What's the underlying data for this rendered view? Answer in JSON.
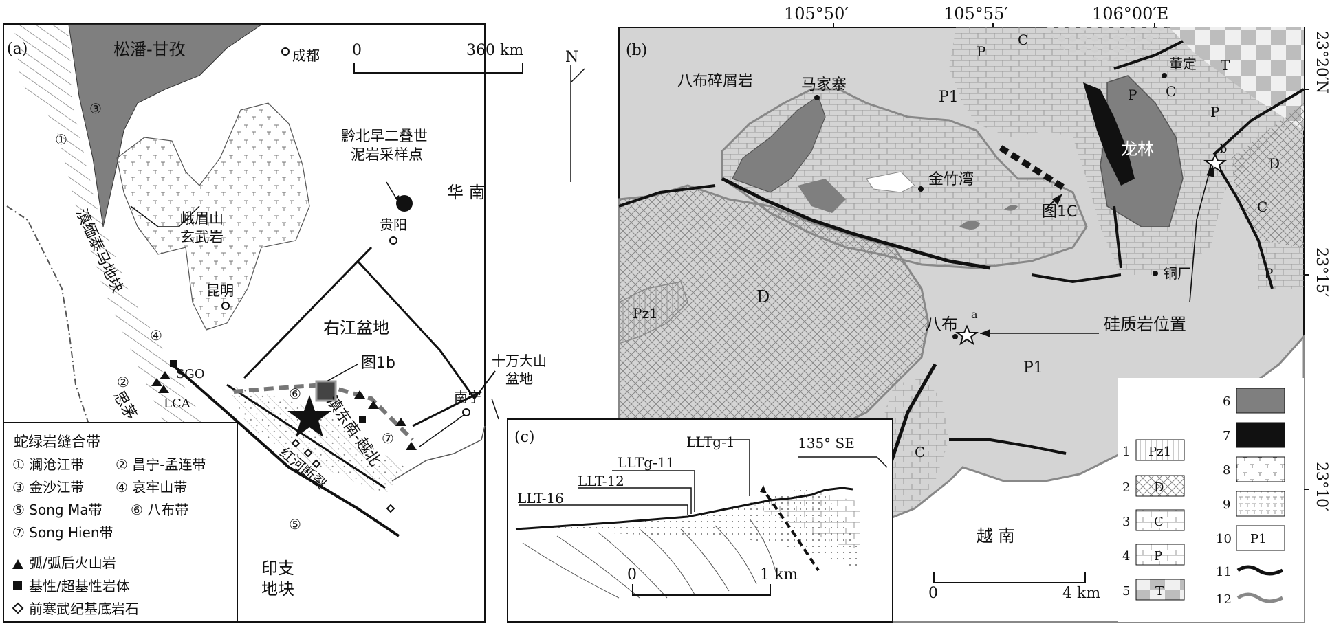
{
  "panel_a": {
    "label": "(a)",
    "scale": {
      "zero": "0",
      "max": "360 km"
    },
    "north": "N",
    "regions": {
      "songpan": "松潘-甘孜",
      "chengdu": "成都",
      "qianbei_line1": "黔北早二叠世",
      "qianbei_line2": "泥岩采样点",
      "huanan": "华 南",
      "emei_line1": "峨眉山",
      "emei_line2": "玄武岩",
      "guiyang": "贵阳",
      "kunming": "昆明",
      "youjiang": "右江盆地",
      "fig1b": "图1b",
      "shiwan_line1": "十万大山",
      "shiwan_line2": "盆地",
      "nanning": "南宁",
      "sgo": "SGO",
      "lca": "LCA",
      "simao": "思茅",
      "dian_yuenan": "滇东南-越北",
      "honghe": "红河断裂",
      "yinzhi_line1": "印支",
      "yinzhi_line2": "地块",
      "dianmian": "滇缅泰马地块"
    },
    "circled_numbers": [
      "①",
      "②",
      "③",
      "④",
      "⑤",
      "⑥",
      "⑦"
    ],
    "legend": {
      "title": "蛇绿岩缝合带",
      "row1a": "① 澜沧江带",
      "row1b": "② 昌宁-孟连带",
      "row2a": "③ 金沙江带",
      "row2b": "④ 哀牢山带",
      "row3a": "⑤ Song Ma带",
      "row3b": "⑥ 八布带",
      "row4": "⑦ Song Hien带",
      "sym_triangle": "弧/弧后火山岩",
      "sym_square": "基性/超基性岩体",
      "sym_diamond": "前寒武纪基底岩石"
    }
  },
  "panel_b": {
    "label": "(b)",
    "lon_ticks": [
      "105°50′",
      "105°55′",
      "106°00′E"
    ],
    "lat_ticks": [
      "23°20′N",
      "23°15′",
      "23°10′"
    ],
    "labels": {
      "babu_breccia": "八布碎屑岩",
      "majiazhai": "马家寨",
      "p1_top": "P1",
      "jinzhuwan": "金竹湾",
      "fig1c": "图1C",
      "longlin": "龙林",
      "dongding": "董定",
      "tongchang": "铜厂",
      "babu": "八布",
      "siliceous": "硅质岩位置",
      "site_a": "a",
      "site_b": "b",
      "vietnam": "越 南",
      "p1_bottom": "P1",
      "d_big": "D",
      "pz1": "Pz1",
      "c_small": "C",
      "d_right": "D",
      "c_right": "C",
      "p_right": "P",
      "t_top": "T",
      "p_top1": "P",
      "c_top": "C",
      "p_top2": "P",
      "c_top2": "C",
      "p_mid": "P"
    },
    "scale": {
      "zero": "0",
      "max": "4 km"
    },
    "legend_left": [
      {
        "num": "1",
        "text": "Pz1"
      },
      {
        "num": "2",
        "text": "D"
      },
      {
        "num": "3",
        "text": "C"
      },
      {
        "num": "4",
        "text": "P"
      },
      {
        "num": "5",
        "text": "T"
      }
    ],
    "legend_right": [
      {
        "num": "6",
        "text": ""
      },
      {
        "num": "7",
        "text": ""
      },
      {
        "num": "8",
        "text": ""
      },
      {
        "num": "9",
        "text": ""
      },
      {
        "num": "10",
        "text": "P1"
      },
      {
        "num": "11",
        "text": ""
      },
      {
        "num": "12",
        "text": ""
      }
    ]
  },
  "panel_c": {
    "label": "(c)",
    "direction": "135° SE",
    "samples": [
      "LLTg-1",
      "LLTg-11",
      "LLT-12",
      "LLT-16"
    ],
    "scale": {
      "zero": "0",
      "max": "1 km"
    }
  },
  "colors": {
    "dark_gray": "#7f7f7f",
    "light_gray": "#d4d4d4",
    "black": "#111111"
  }
}
